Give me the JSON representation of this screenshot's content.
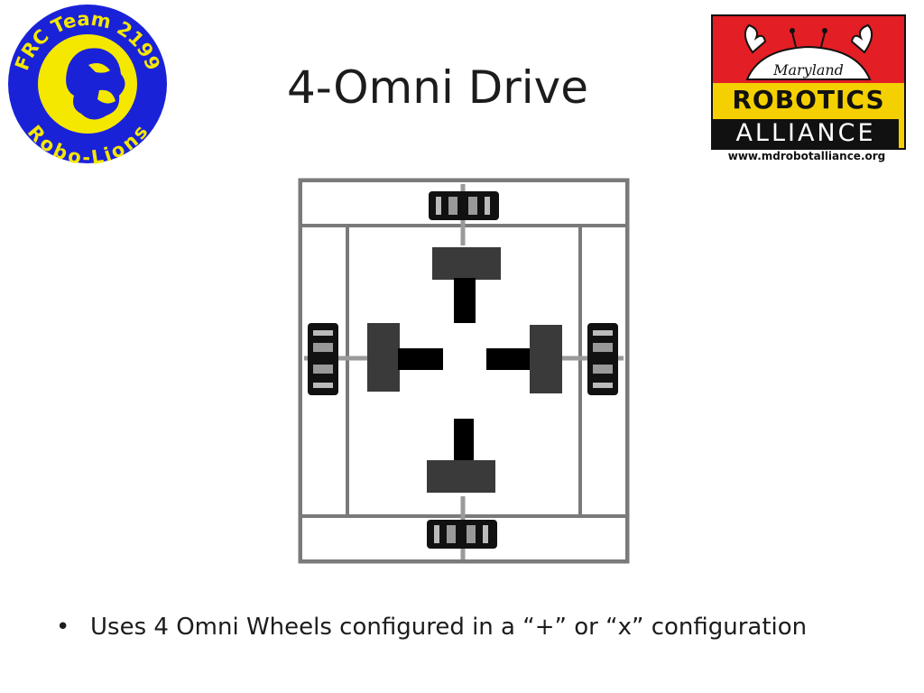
{
  "slide": {
    "title": "4-Omni Drive",
    "bullets": [
      "Uses 4 Omni Wheels configured in a “+” or “x” configuration"
    ]
  },
  "logos": {
    "left": {
      "top_text": "FRC Team 2199",
      "bottom_text": "Robo-Lions",
      "colors": {
        "ring": "#1a22d8",
        "inner": "#f5e800",
        "text": "#f5e800"
      }
    },
    "right": {
      "maryland": "Maryland",
      "robotics": "ROBOTICS",
      "alliance": "ALLIANCE",
      "url": "www.mdrobotalliance.org",
      "colors": {
        "red": "#e31e24",
        "yellow": "#f5d000",
        "black": "#111111"
      }
    }
  },
  "diagram": {
    "type": "robot-drive-layout",
    "wheels": 4,
    "motors": 4,
    "colors": {
      "frame": "#7a7a7a",
      "motor": "#3a3a3a",
      "wheel": "#111111"
    }
  }
}
